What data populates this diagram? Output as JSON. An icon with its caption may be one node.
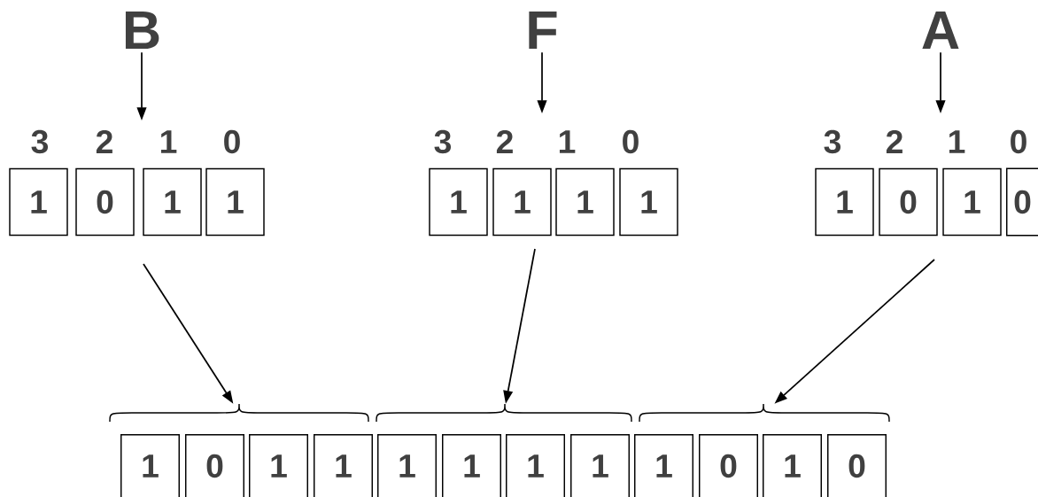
{
  "diagram": {
    "nodes": [
      {
        "text": [
          "B"
        ]
      },
      {
        "text": [
          "F"
        ]
      },
      {
        "text": [
          "A"
        ]
      },
      {
        "text": [
          "1"
        ]
      },
      {
        "text": [
          "0"
        ]
      },
      {
        "text": [
          "1"
        ]
      },
      {
        "text": [
          "1"
        ]
      },
      {
        "text": [
          "1"
        ]
      },
      {
        "text": [
          "1"
        ]
      },
      {
        "text": [
          "1"
        ]
      },
      {
        "text": [
          "1"
        ]
      },
      {
        "text": [
          "1"
        ]
      },
      {
        "text": [
          "0"
        ]
      },
      {
        "text": [
          "1"
        ]
      },
      {
        "text": [
          "0"
        ]
      },
      {
        "text": [],
        "shape": "brace"
      },
      {
        "text": [],
        "shape": "brace"
      },
      {
        "text": [],
        "shape": "brace"
      },
      {
        "text": [
          "1"
        ]
      },
      {
        "text": [
          "0"
        ]
      },
      {
        "text": [
          "1"
        ]
      },
      {
        "text": [
          "1"
        ]
      },
      {
        "text": [
          "1"
        ]
      },
      {
        "text": [
          "1"
        ]
      },
      {
        "text": [
          "1"
        ]
      },
      {
        "text": [
          "1"
        ]
      },
      {
        "text": [
          "1"
        ]
      },
      {
        "text": [
          "0"
        ]
      },
      {
        "text": [
          "1"
        ]
      },
      {
        "text": [
          "0"
        ]
      }
    ],
    "edges": [
      {
        "from": 0,
        "to": null,
        "arrow": "to"
      },
      {
        "from": 1,
        "to": null,
        "arrow": "to"
      },
      {
        "from": 2,
        "to": null,
        "arrow": "to"
      },
      {
        "from": null,
        "to": 15,
        "arrow": "to"
      },
      {
        "from": null,
        "to": 16,
        "arrow": "to"
      },
      {
        "from": null,
        "to": 17,
        "arrow": "to"
      }
    ],
    "labels": [
      "3",
      "2",
      "1",
      "0",
      "3",
      "2",
      "1",
      "0",
      "3",
      "2",
      "1",
      "0"
    ]
  }
}
